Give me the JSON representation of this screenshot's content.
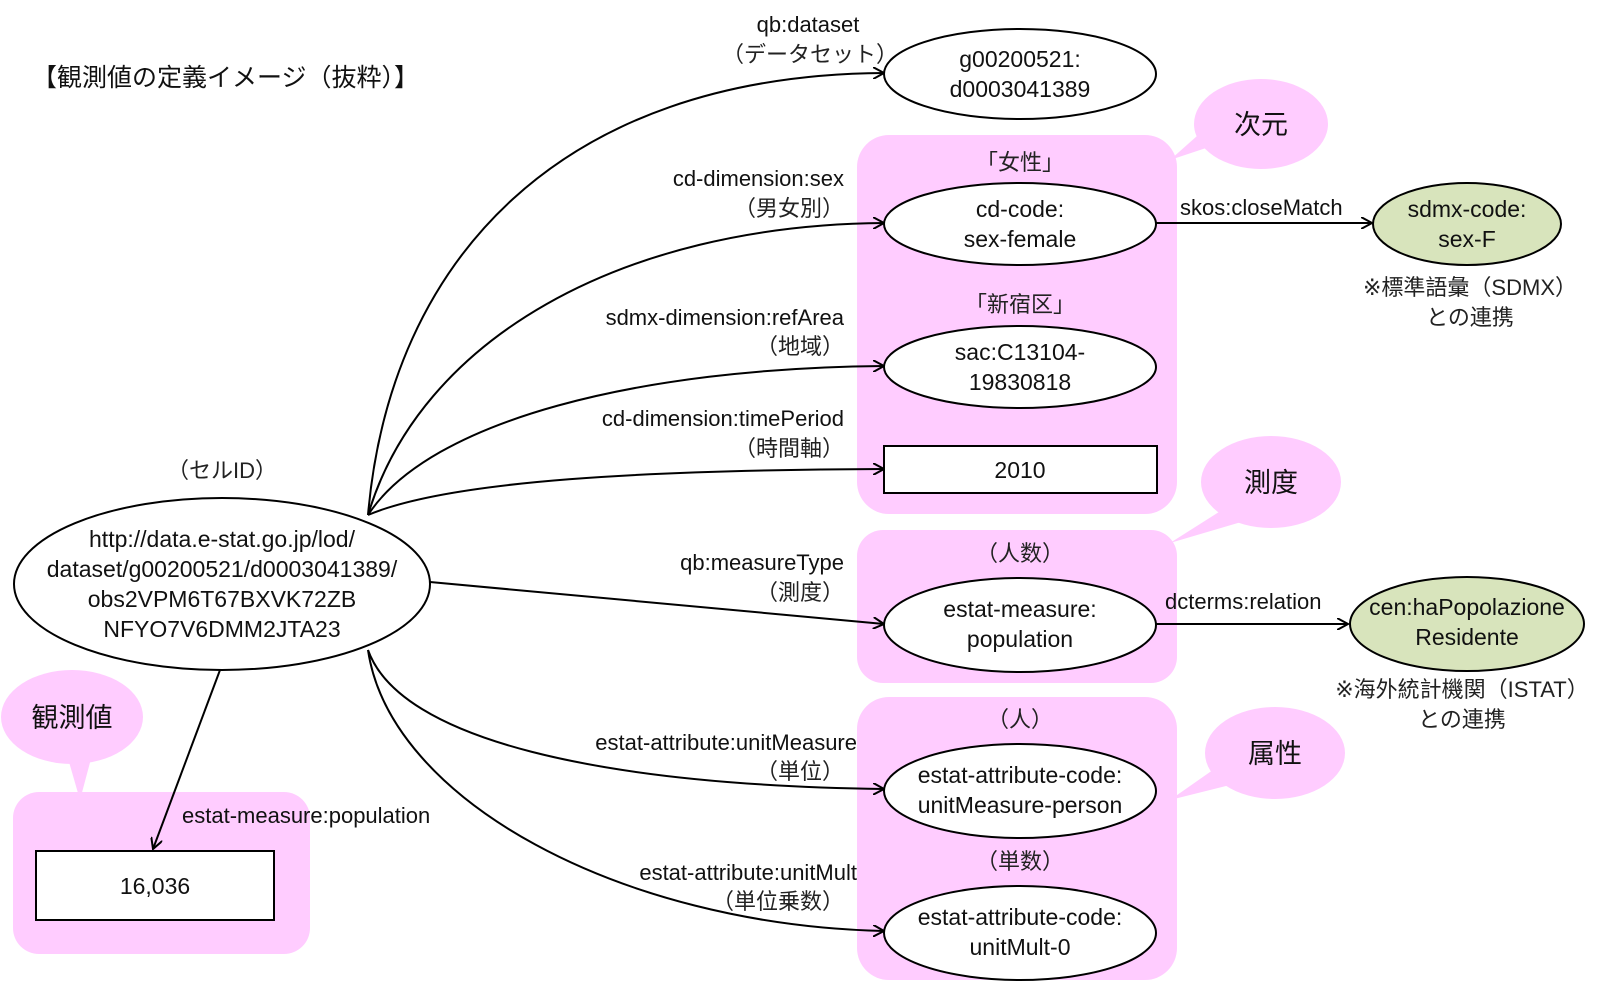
{
  "title": "【観測値の定義イメージ（抜粋）】",
  "colors": {
    "group_fill": "#ffccff",
    "external_fill": "#d8e4bc",
    "node_fill": "#ffffff",
    "stroke": "#000000"
  },
  "subject": {
    "caption": "（セルID）",
    "lines": [
      "http://data.e-stat.go.jp/lod/",
      "dataset/g00200521/d0003041389/",
      "obs2VPM6T67BXVK72ZB",
      "NFYO7V6DMM2JTA23"
    ]
  },
  "bubbles": {
    "dimension": "次元",
    "measure": "測度",
    "attribute": "属性",
    "observation": "観測値"
  },
  "edges": [
    {
      "id": "dataset",
      "property": "qb:dataset",
      "label_ja": "（データセット）"
    },
    {
      "id": "sex",
      "property": "cd-dimension:sex",
      "label_ja": "（男女別）"
    },
    {
      "id": "refArea",
      "property": "sdmx-dimension:refArea",
      "label_ja": "（地域）"
    },
    {
      "id": "timePeriod",
      "property": "cd-dimension:timePeriod",
      "label_ja": "（時間軸）"
    },
    {
      "id": "measureType",
      "property": "qb:measureType",
      "label_ja": "（測度）"
    },
    {
      "id": "unitMeasure",
      "property": "estat-attribute:unitMeasure",
      "label_ja": "（単位）"
    },
    {
      "id": "unitMult",
      "property": "estat-attribute:unitMult",
      "label_ja": "（単位乗数）"
    },
    {
      "id": "population",
      "property": "estat-measure:population",
      "label_ja": ""
    }
  ],
  "nodes": {
    "dataset": {
      "lines": [
        "g00200521:",
        "d0003041389"
      ]
    },
    "sex": {
      "caption": "「女性」",
      "lines": [
        "cd-code:",
        "sex-female"
      ]
    },
    "area": {
      "caption": "「新宿区」",
      "lines": [
        "sac:C13104-",
        "19830818"
      ]
    },
    "time": {
      "lines": [
        "2010"
      ]
    },
    "measure": {
      "caption": "（人数）",
      "lines": [
        "estat-measure:",
        "population"
      ]
    },
    "unitMeasure": {
      "caption": "（人）",
      "lines": [
        "estat-attribute-code:",
        "unitMeasure-person"
      ]
    },
    "unitMult": {
      "caption": "（単数）",
      "lines": [
        "estat-attribute-code:",
        "unitMult-0"
      ]
    },
    "observation": {
      "lines": [
        "16,036"
      ]
    }
  },
  "external_links": [
    {
      "property": "skos:closeMatch",
      "node_lines": [
        "sdmx-code:",
        "sex-F"
      ],
      "note_lines": [
        "※標準語彙（SDMX）",
        "との連携"
      ]
    },
    {
      "property": "dcterms:relation",
      "node_lines": [
        "cen:haPopolazione",
        "Residente"
      ],
      "note_lines": [
        "※海外統計機関（ISTAT）",
        "との連携"
      ]
    }
  ]
}
